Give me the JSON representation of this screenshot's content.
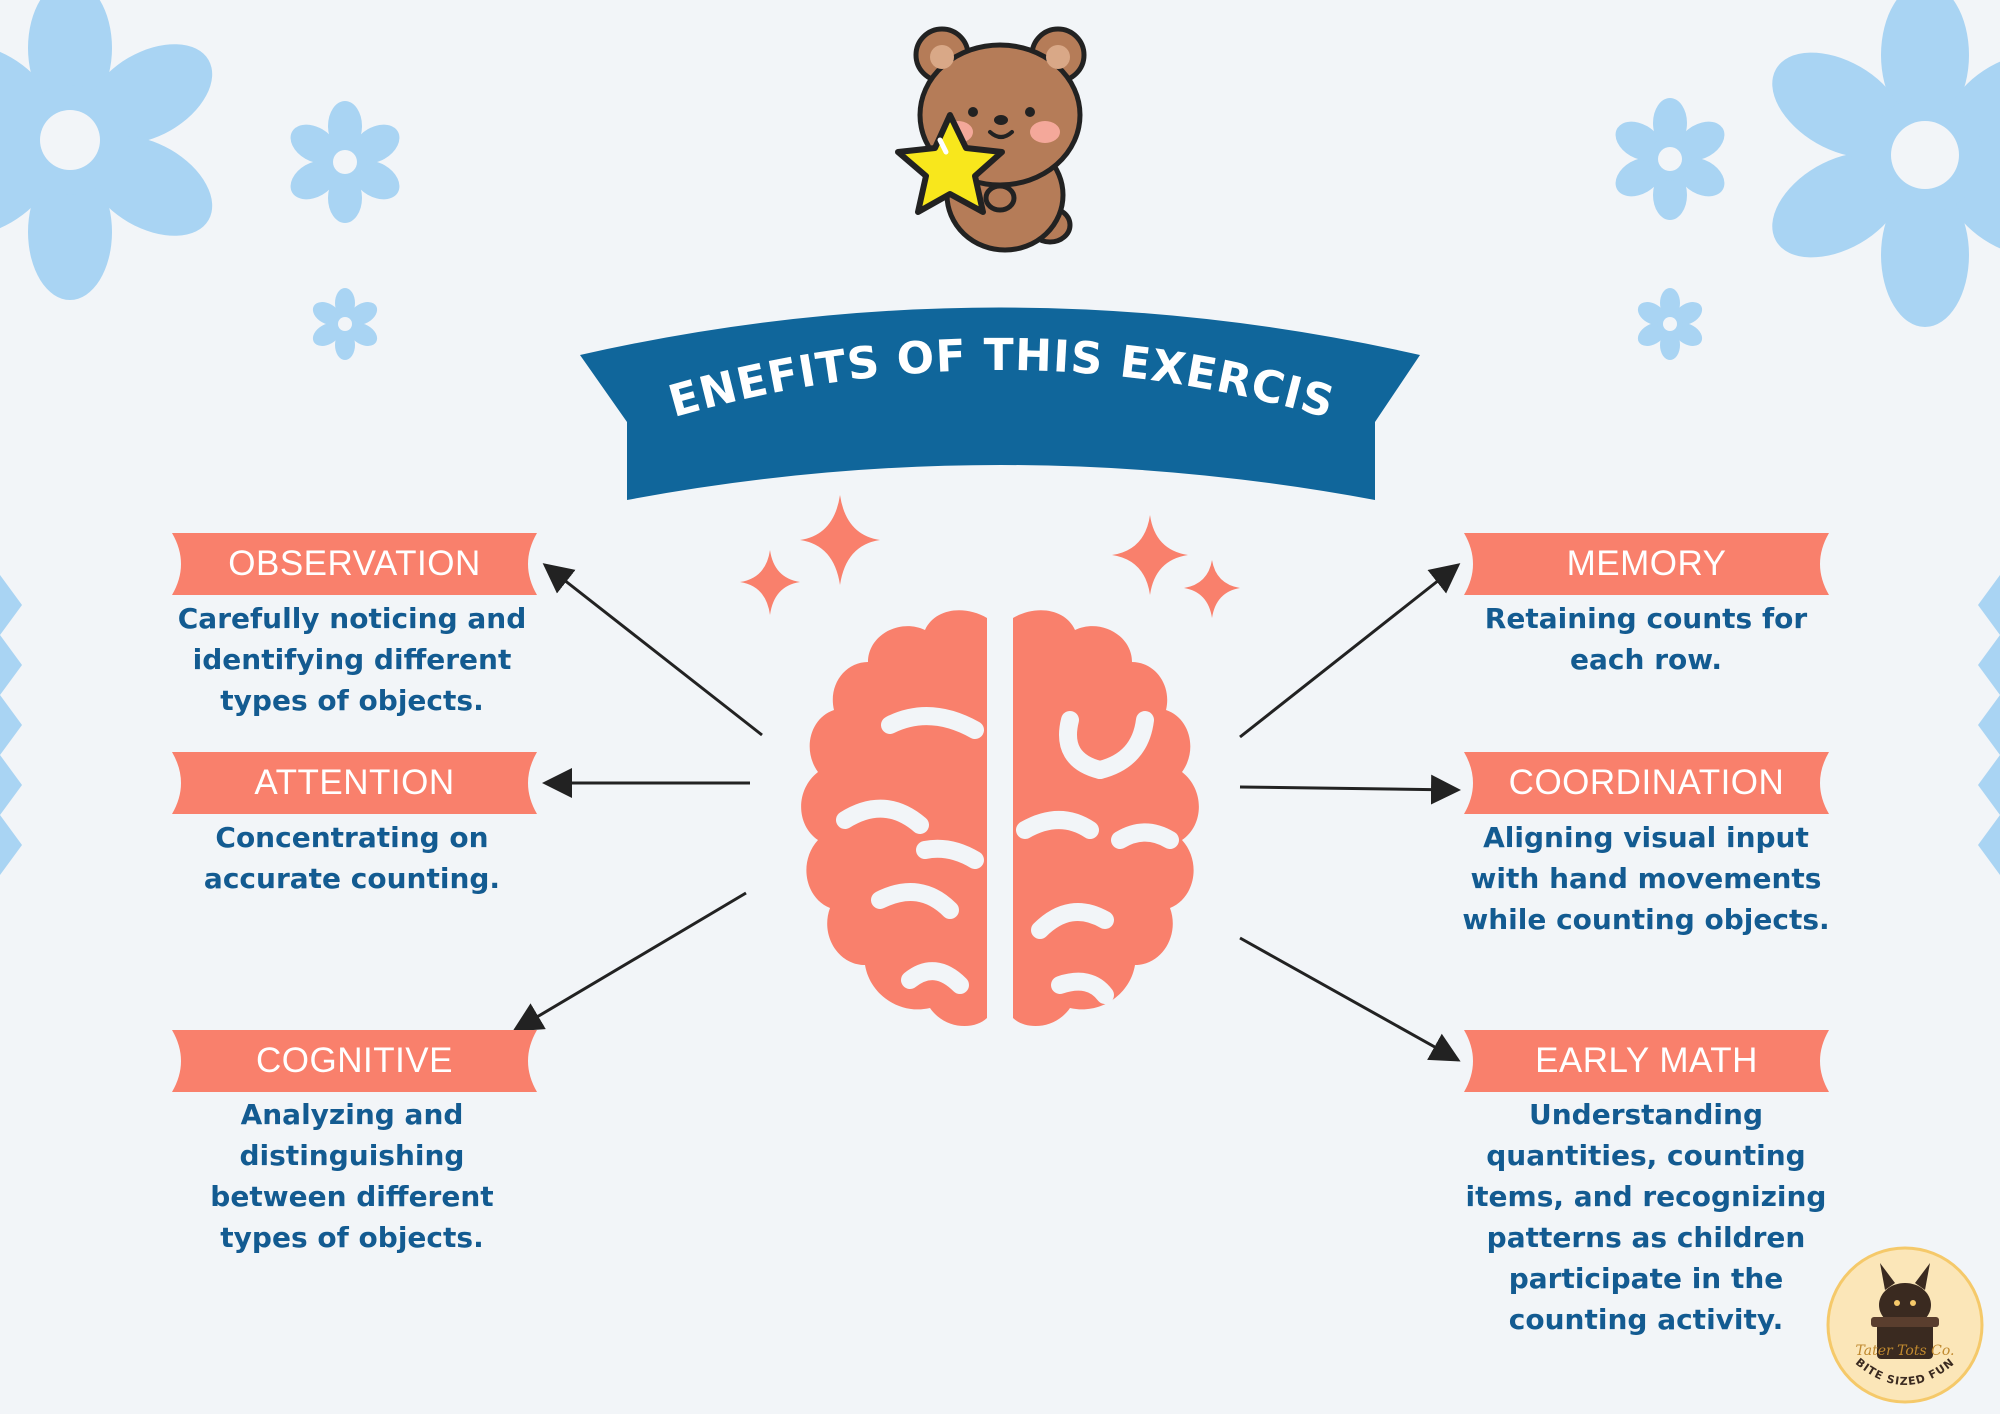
{
  "title": "BENEFITS OF THIS EXERCISE",
  "benefits": [
    {
      "label": "OBSERVATION",
      "desc": "Carefully noticing and identifying different types of objects."
    },
    {
      "label": "ATTENTION",
      "desc": "Concentrating on accurate counting."
    },
    {
      "label": "COGNITIVE",
      "desc": "Analyzing and distinguishing between different types of objects."
    },
    {
      "label": "MEMORY",
      "desc": "Retaining counts for each row."
    },
    {
      "label": "COORDINATION",
      "desc": "Aligning visual input with hand movements while counting objects."
    },
    {
      "label": "EARLY MATH",
      "desc": "Understanding quantities, counting items, and recognizing patterns as children participate in the counting activity."
    }
  ],
  "logo": {
    "brand": "Tater Tots Co.",
    "tagline": "BITE SIZED FUN"
  },
  "colors": {
    "banner_blue": "#10669b",
    "coral": "#f9806c",
    "text_blue": "#135b91",
    "flower_blue": "#a9d4f3",
    "background": "#f2f5f8",
    "star_yellow": "#f8e71c"
  },
  "icons": [
    "flower-icon",
    "teddy-bear-icon",
    "star-icon",
    "sparkle-icon",
    "brain-icon",
    "arrow-icon",
    "logo-icon"
  ]
}
